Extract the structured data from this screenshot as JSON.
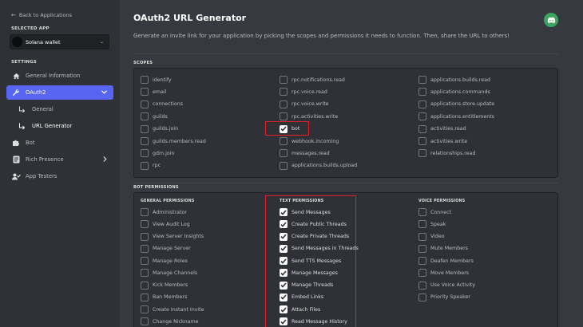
{
  "sidebar": {
    "back_label": "Back to Applications",
    "selected_app_label": "SELECTED APP",
    "selected_app_name": "Solana wallet",
    "settings_label": "SETTINGS",
    "items": [
      {
        "label": "General Information",
        "icon": "home-icon"
      },
      {
        "label": "OAuth2",
        "icon": "wrench-icon",
        "active": true
      },
      {
        "label": "General",
        "icon": "subitem-arrow-icon"
      },
      {
        "label": "URL Generator",
        "icon": "subitem-arrow-icon",
        "current": true
      },
      {
        "label": "Bot",
        "icon": "puzzle-icon"
      },
      {
        "label": "Rich Presence",
        "icon": "document-icon"
      },
      {
        "label": "App Testers",
        "icon": "person-check-icon"
      }
    ]
  },
  "header": {
    "title": "OAuth2 URL Generator",
    "description": "Generate an invite link for your application by picking the scopes and permissions it needs to function. Then, share the URL to others!"
  },
  "scopes": {
    "label": "SCOPES",
    "columns": [
      [
        {
          "label": "identify",
          "checked": false
        },
        {
          "label": "email",
          "checked": false
        },
        {
          "label": "connections",
          "checked": false
        },
        {
          "label": "guilds",
          "checked": false
        },
        {
          "label": "guilds.join",
          "checked": false
        },
        {
          "label": "guilds.members.read",
          "checked": false
        },
        {
          "label": "gdm.join",
          "checked": false
        },
        {
          "label": "rpc",
          "checked": false
        }
      ],
      [
        {
          "label": "rpc.notifications.read",
          "checked": false
        },
        {
          "label": "rpc.voice.read",
          "checked": false
        },
        {
          "label": "rpc.voice.write",
          "checked": false
        },
        {
          "label": "rpc.activities.write",
          "checked": false
        },
        {
          "label": "bot",
          "checked": true
        },
        {
          "label": "webhook.incoming",
          "checked": false
        },
        {
          "label": "messages.read",
          "checked": false
        },
        {
          "label": "applications.builds.upload",
          "checked": false
        }
      ],
      [
        {
          "label": "applications.builds.read",
          "checked": false
        },
        {
          "label": "applications.commands",
          "checked": false
        },
        {
          "label": "applications.store.update",
          "checked": false
        },
        {
          "label": "applications.entitlements",
          "checked": false
        },
        {
          "label": "activities.read",
          "checked": false
        },
        {
          "label": "activities.write",
          "checked": false
        },
        {
          "label": "relationships.read",
          "checked": false
        }
      ]
    ]
  },
  "bot_permissions": {
    "label": "BOT PERMISSIONS",
    "columns": [
      {
        "heading": "GENERAL PERMISSIONS",
        "items": [
          {
            "label": "Administrator",
            "checked": false
          },
          {
            "label": "View Audit Log",
            "checked": false
          },
          {
            "label": "View Server Insights",
            "checked": false
          },
          {
            "label": "Manage Server",
            "checked": false
          },
          {
            "label": "Manage Roles",
            "checked": false
          },
          {
            "label": "Manage Channels",
            "checked": false
          },
          {
            "label": "Kick Members",
            "checked": false
          },
          {
            "label": "Ban Members",
            "checked": false
          },
          {
            "label": "Create Instant Invite",
            "checked": false
          },
          {
            "label": "Change Nickname",
            "checked": false
          }
        ]
      },
      {
        "heading": "TEXT PERMISSIONS",
        "items": [
          {
            "label": "Send Messages",
            "checked": true
          },
          {
            "label": "Create Public Threads",
            "checked": true
          },
          {
            "label": "Create Private Threads",
            "checked": true
          },
          {
            "label": "Send Messages in Threads",
            "checked": true
          },
          {
            "label": "Send TTS Messages",
            "checked": true
          },
          {
            "label": "Manage Messages",
            "checked": true
          },
          {
            "label": "Manage Threads",
            "checked": true
          },
          {
            "label": "Embed Links",
            "checked": true
          },
          {
            "label": "Attach Files",
            "checked": true
          },
          {
            "label": "Read Message History",
            "checked": true
          }
        ]
      },
      {
        "heading": "VOICE PERMISSIONS",
        "items": [
          {
            "label": "Connect",
            "checked": false
          },
          {
            "label": "Speak",
            "checked": false
          },
          {
            "label": "Video",
            "checked": false
          },
          {
            "label": "Mute Members",
            "checked": false
          },
          {
            "label": "Deafen Members",
            "checked": false
          },
          {
            "label": "Move Members",
            "checked": false
          },
          {
            "label": "Use Voice Activity",
            "checked": false
          },
          {
            "label": "Priority Speaker",
            "checked": false
          }
        ]
      }
    ]
  },
  "colors": {
    "accent": "#5865f2",
    "discord_green": "#3ba55d",
    "highlight_red": "#e0202a",
    "background": "#36393f",
    "sidebar": "#2f3136"
  }
}
